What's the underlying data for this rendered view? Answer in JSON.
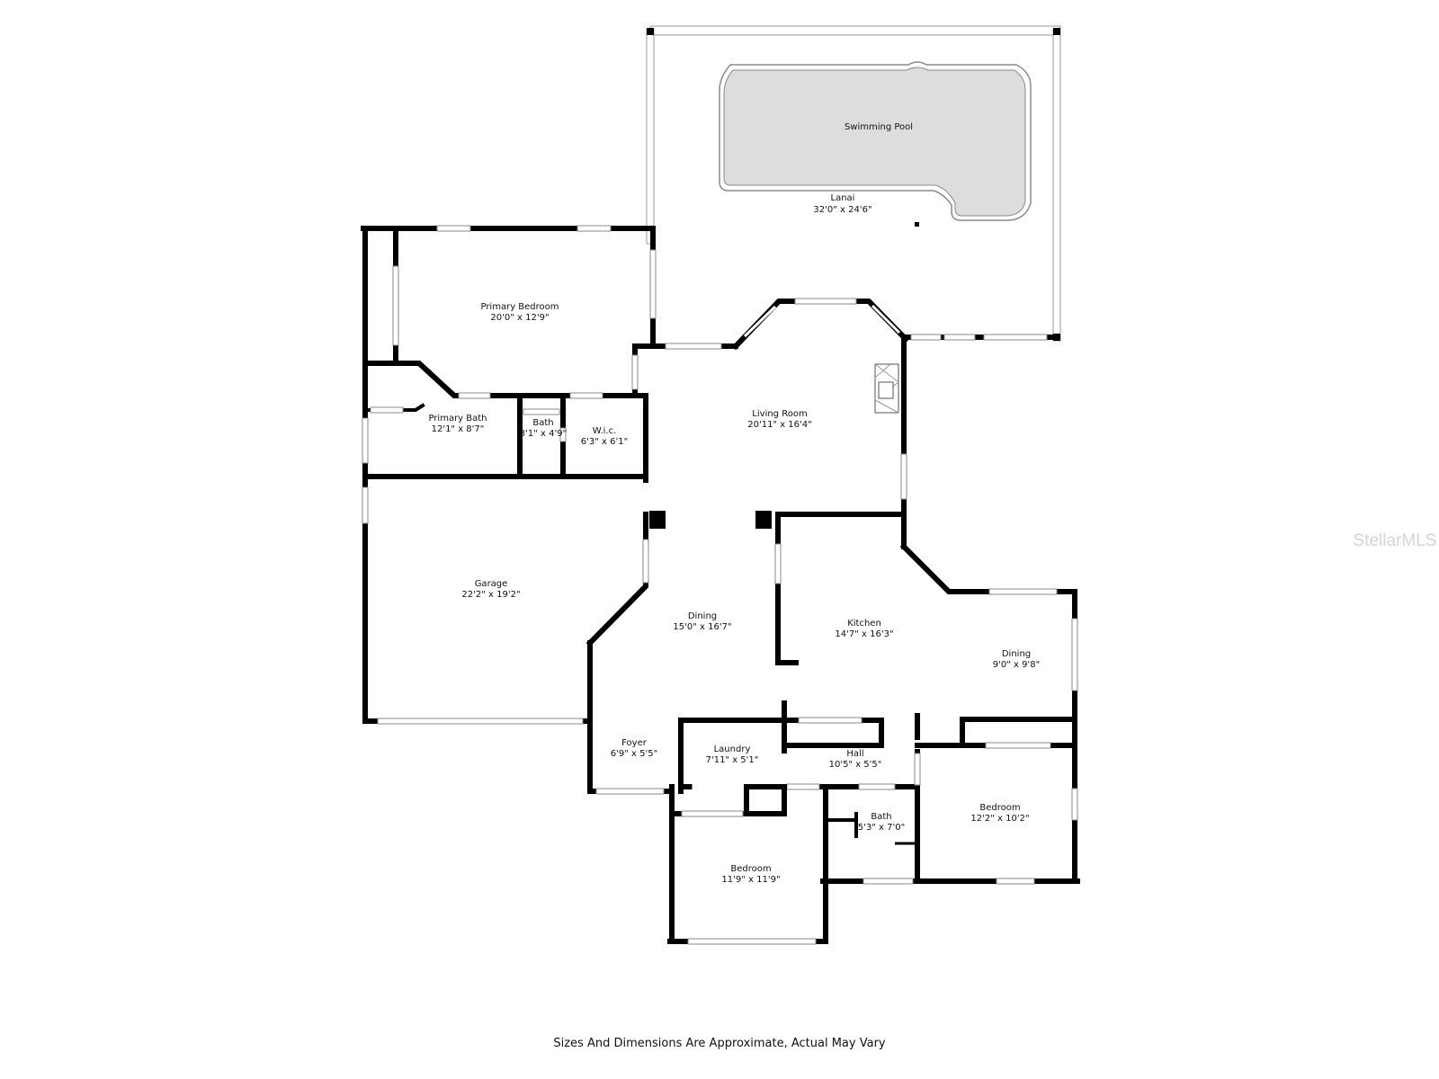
{
  "rooms": {
    "pool": {
      "name": "Swimming Pool",
      "size": ""
    },
    "lanai": {
      "name": "Lanai",
      "size": "32'0\" x 24'6\""
    },
    "primary_bedroom": {
      "name": "Primary Bedroom",
      "size": "20'0\" x 12'9\""
    },
    "primary_bath": {
      "name": "Primary Bath",
      "size": "12'1\" x 8'7\""
    },
    "bath_small": {
      "name": "Bath",
      "size": "3'1\" x 4'9\""
    },
    "wic": {
      "name": "W.i.c.",
      "size": "6'3\" x 6'1\""
    },
    "living_room": {
      "name": "Living Room",
      "size": "20'11\" x 16'4\""
    },
    "garage": {
      "name": "Garage",
      "size": "22'2\" x 19'2\""
    },
    "dining_main": {
      "name": "Dining",
      "size": "15'0\" x 16'7\""
    },
    "kitchen": {
      "name": "Kitchen",
      "size": "14'7\" x 16'3\""
    },
    "dining_nook": {
      "name": "Dining",
      "size": "9'0\" x 9'8\""
    },
    "foyer": {
      "name": "Foyer",
      "size": "6'9\" x 5'5\""
    },
    "laundry": {
      "name": "Laundry",
      "size": "7'11\" x 5'1\""
    },
    "hall": {
      "name": "Hall",
      "size": "10'5\" x 5'5\""
    },
    "bath_hall": {
      "name": "Bath",
      "size": "5'3\" x 7'0\""
    },
    "bedroom_right": {
      "name": "Bedroom",
      "size": "12'2\" x 10'2\""
    },
    "bedroom_bottom": {
      "name": "Bedroom",
      "size": "11'9\" x 11'9\""
    }
  },
  "watermark": "StellarMLS",
  "footer_note": "Sizes And Dimensions Are Approximate, Actual May Vary"
}
